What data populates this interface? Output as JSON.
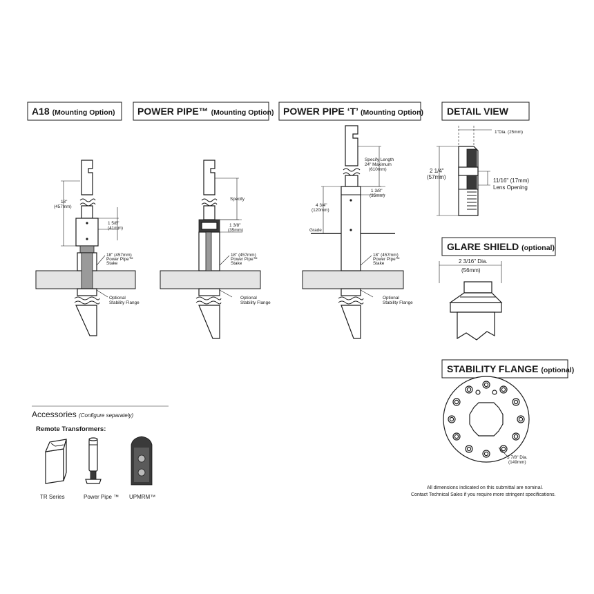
{
  "sections": {
    "a18": {
      "title": "A18",
      "subtitle": "(Mounting Option)",
      "dim_height": "18\"",
      "dim_height_mm": "(457mm)",
      "dim_width": "1 5/8\"",
      "dim_width_mm": "(41mm)",
      "stake": [
        "18\" (457mm)",
        "Power Pipe™",
        "Stake"
      ],
      "flange": [
        "Optional",
        "Stability Flange"
      ]
    },
    "power_pipe": {
      "title": "POWER PIPE™",
      "subtitle": "(Mounting Option)",
      "specify": "Specify",
      "dim_width": "1 3/8\"",
      "dim_width_mm": "(35mm)",
      "stake": [
        "18\" (457mm)",
        "Power Pipe™",
        "Stake"
      ],
      "flange": [
        "Optional",
        "Stability Flange"
      ]
    },
    "power_pipe_t": {
      "title": "POWER PIPE ‘T’",
      "subtitle": "(Mounting Option)",
      "specify": [
        "Specify Length",
        "24\" Maximum",
        "(610mm)"
      ],
      "dim_width": "1 3/8\"",
      "dim_width_mm": "(35mm)",
      "dim_height": "4 3/4\"",
      "dim_height_mm": "(120mm)",
      "grade": "Grade",
      "stake": [
        "18\" (457mm)",
        "Power Pipe™",
        "Stake"
      ],
      "flange": [
        "Optional",
        "Stability Flange"
      ]
    },
    "detail_view": {
      "title": "DETAIL VIEW",
      "dia": "1\"Dia. (25mm)",
      "height": "2 1/4\"",
      "height_mm": "(57mm)",
      "lens": [
        "11/16\" (17mm)",
        "Lens Opening"
      ]
    },
    "glare_shield": {
      "title": "GLARE SHIELD",
      "subtitle": "(optional)",
      "dia": "2 3/16\" Dia.",
      "dia_mm": "(56mm)"
    },
    "stability_flange": {
      "title": "STABILITY FLANGE",
      "subtitle": "(optional)",
      "dia": "5 7/8\" Dia.",
      "dia_mm": "(149mm)"
    }
  },
  "accessories": {
    "title": "Accessories",
    "note": "(Configure separately)",
    "subtitle": "Remote Transformers:",
    "items": [
      {
        "label": "TR Series",
        "icon": "tr-series-transformer-icon"
      },
      {
        "label": "Power Pipe ™",
        "icon": "power-pipe-transformer-icon"
      },
      {
        "label": "UPMRM™",
        "icon": "upmrm-transformer-icon"
      }
    ]
  },
  "footer": {
    "line1": "All dimensions indicated on this submittal are nominal.",
    "line2": "Contact Technical Sales if you require more stringent specifications."
  }
}
